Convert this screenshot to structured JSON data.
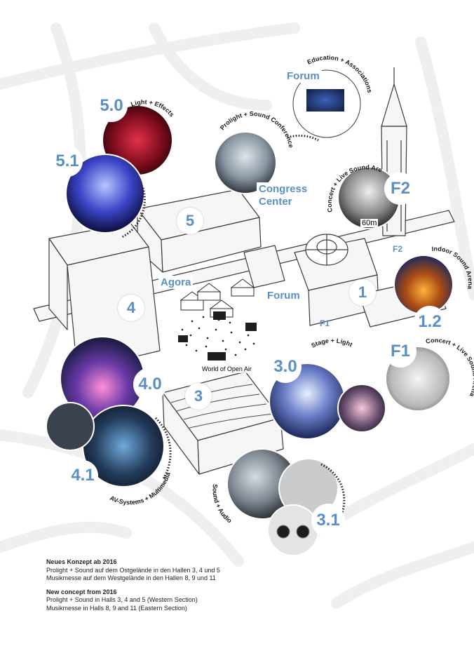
{
  "areas": {
    "agora": "Agora",
    "forum_center": "Forum",
    "forum_top": "Forum",
    "congress_line1": "Congress",
    "congress_line2": "Center",
    "world_open_air": "World of Open Air",
    "f1_small": "F1",
    "f2_small": "F2",
    "tower_height": "60m"
  },
  "halls": {
    "h5": "5",
    "h4": "4",
    "h3": "3",
    "h1": "1"
  },
  "photos": {
    "h50": "5.0",
    "h51": "5.1",
    "h40": "4.0",
    "h41": "4.1",
    "h30": "3.0",
    "h31": "3.1",
    "h12": "1.2",
    "f1": "F1",
    "f2": "F2"
  },
  "arc_labels": {
    "light_effects": "Light + Effects",
    "prolight_conf": "Prolight + Sound Conference",
    "education": "Education + Associations",
    "concert_arena_top": "Concert + Live Sound Arena",
    "indoor_arena": "Indoor Sound Arena",
    "concert_arena_f1": "Concert + Live Sound Arena",
    "stage_light": "Stage + Light",
    "av_systems": "AV-Systems + Multimedia",
    "sound_audio": "Sound + Audio"
  },
  "notes": {
    "de_head": "Neues Konzept ab 2016",
    "de_line1": "Prolight + Sound auf dem Ostgelände in den Hallen 3, 4 und 5",
    "de_line2": "Musikmesse auf dem Westgelände in den Hallen 8, 9 und 11",
    "en_head": "New concept from 2016",
    "en_line1": "Prolight + Sound in Halls 3, 4 and 5 (Western Section)",
    "en_line2": "Musikmesse in Halls 8, 9 and 11 (Eastern Section)"
  },
  "colors": {
    "accent": "#5b8fc7",
    "map_line": "#3a3a3a",
    "road": "#eeeeee"
  }
}
